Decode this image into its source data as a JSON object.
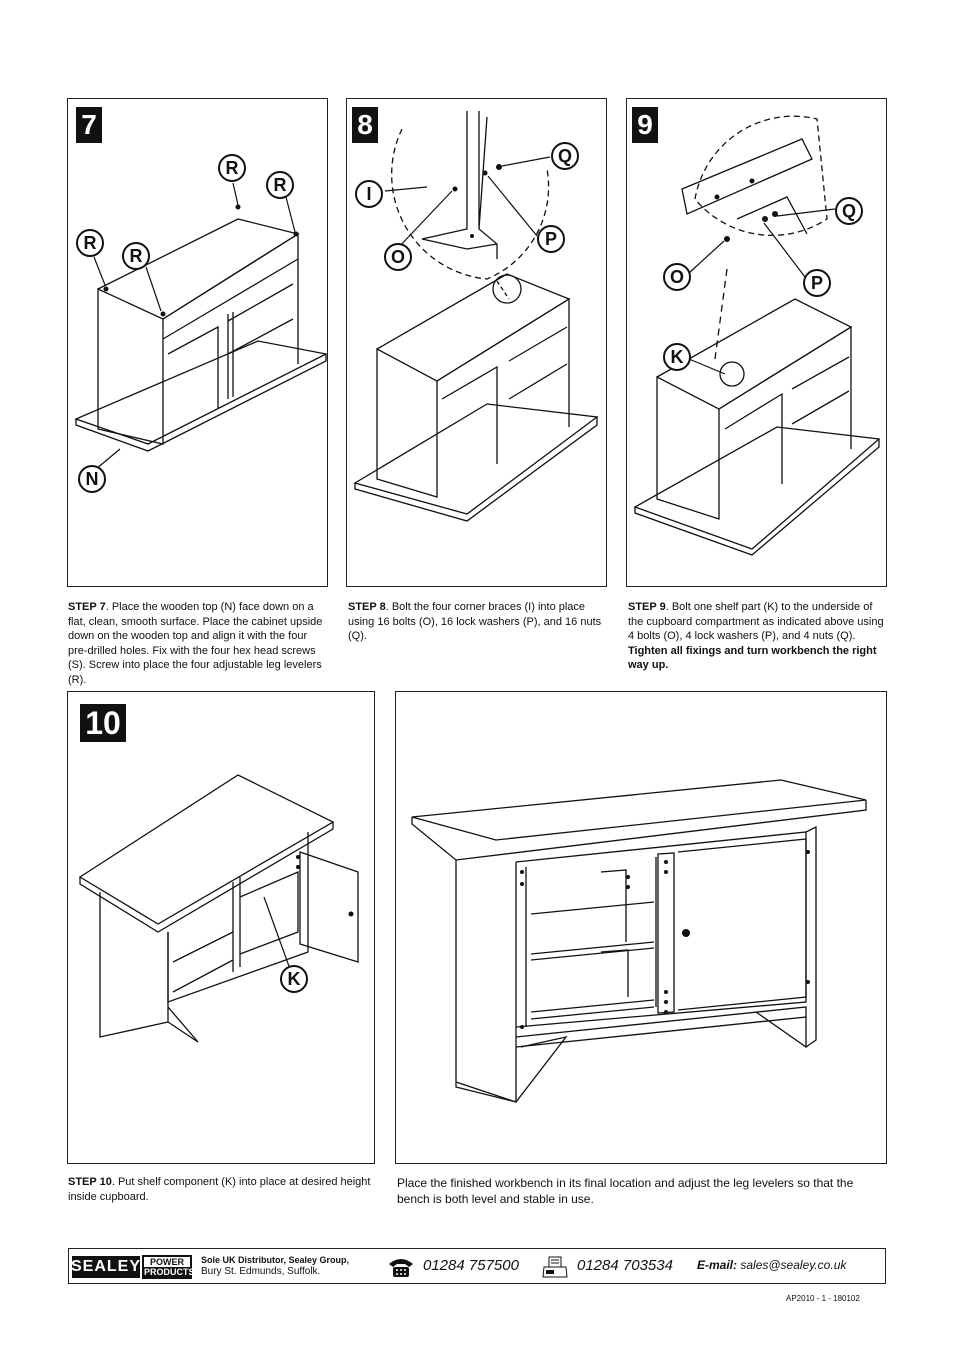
{
  "steps": [
    {
      "number": "7",
      "title": "STEP 7",
      "text": ". Place the wooden top (N) face down on a flat, clean, smooth surface. Place the cabinet upside down on the wooden top and align it with the four pre-drilled holes. Fix with the four hex head screws (S). Screw into place the four adjustable leg levelers (R).",
      "bold_text": ""
    },
    {
      "number": "8",
      "title": "STEP 8",
      "text": ". Bolt the four corner braces (I) into place using 16 bolts (O), 16 lock washers (P), and 16 nuts (Q).",
      "bold_text": ""
    },
    {
      "number": "9",
      "title": "STEP 9",
      "text": ". Bolt one shelf part (K) to the underside of the cupboard compartment as indicated above using 4 bolts (O), 4 lock washers (P), and 4 nuts (Q). ",
      "bold_text": "Tighten all fixings and turn workbench the right way up."
    },
    {
      "number": "10",
      "title": "STEP 10",
      "text": ". Put shelf component (K) into place at desired height inside cupboard.",
      "bold_text": ""
    }
  ],
  "labels": {
    "p7": [
      "R",
      "R",
      "R",
      "R",
      "N"
    ],
    "p8": [
      "Q",
      "I",
      "P",
      "O"
    ],
    "p9": [
      "Q",
      "O",
      "P",
      "K"
    ],
    "p10": [
      "K"
    ]
  },
  "final_text": "Place the finished workbench in its final location and adjust the leg levelers so that the bench is both level and stable in use.",
  "footer": {
    "logo_main": "SEALEY",
    "logo_sub_1": "POWER",
    "logo_sub_2": "PRODUCTS",
    "distributor_line1": "Sole UK Distributor, Sealey Group,",
    "distributor_line2": "Bury St. Edmunds, Suffolk.",
    "phone": "01284 757500",
    "fax": "01284 703534",
    "email_label": "E-mail:",
    "email": "sales@sealey.co.uk",
    "phone_icon": "telephone-icon",
    "fax_icon": "fax-icon"
  },
  "doc_ref": "AP2010  - 1 - 180102"
}
